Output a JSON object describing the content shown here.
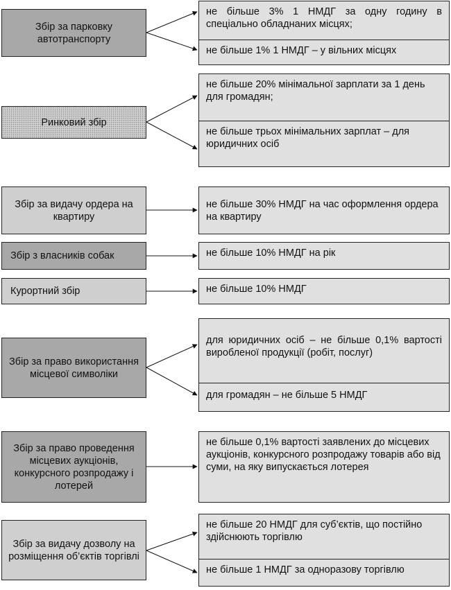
{
  "rows": [
    {
      "left": "Збір за парковку автотранспорту",
      "right": [
        "не більше 3% 1 НМДГ за одну годину в спеціально обладнаних місцях;",
        "не більше 1% 1 НМДГ – у вільних місцях"
      ]
    },
    {
      "left": "Ринковий збір",
      "right": [
        "не більше 20% мінімальної зарплати за 1 день для громадян;",
        "не більше трьох мінімальних зарплат – для юридичних осіб"
      ]
    },
    {
      "left": "Збір за видачу ордера на квартиру",
      "right": [
        "не більше 30% НМДГ на час оформлення ордера на квартиру"
      ]
    },
    {
      "left": "Збір з власників собак",
      "right": [
        "не більше 10% НМДГ на рік"
      ]
    },
    {
      "left": "Курортний збір",
      "right": [
        "не більше 10% НМДГ"
      ]
    },
    {
      "left": "Збір за право використання місцевої символіки",
      "right": [
        "для юридичних осіб – не більше 0,1% вартості виробленої продукції (робіт, послуг)",
        "для громадян – не більше 5 НМДГ"
      ]
    },
    {
      "left": "Збір за право проведення місцевих аукціонів, конкурсного розпродажу і лотерей",
      "right": [
        "не більше 0,1% вартості заявлених до місцевих аукціонів, конкурсного розпродажу товарів або від суми, на яку випускається лотерея"
      ]
    },
    {
      "left": "Збір за видачу дозволу на розміщення об’єктів торгівлі",
      "right": [
        "не більше 20 НМДГ для суб’єктів, що постійно здійснюють торгівлю",
        "не більше 1 НМДГ за одноразову торгівлю"
      ]
    }
  ],
  "colors": {
    "dark_fill": "#a8a8a8",
    "mid_fill": "#cfcfcf",
    "right_fill": "#e0e0e0",
    "line": "#222222"
  }
}
